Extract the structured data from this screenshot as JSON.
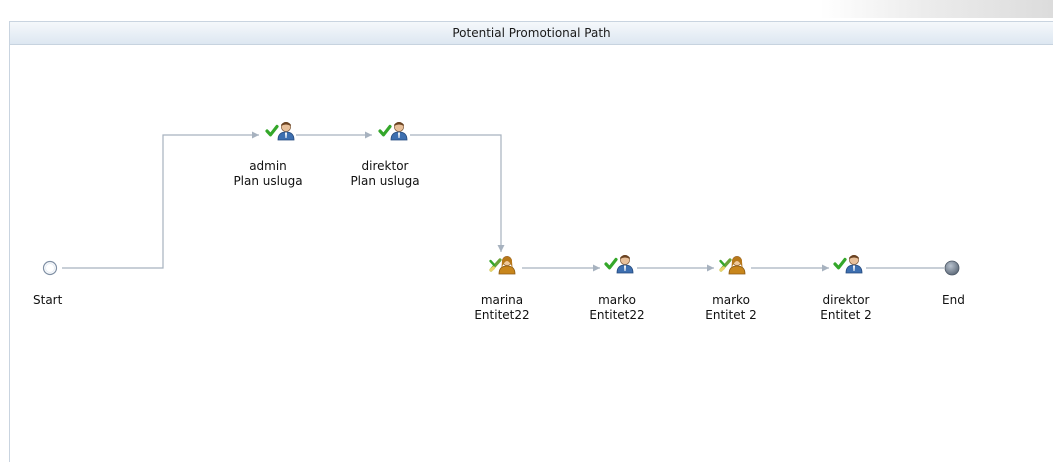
{
  "panel": {
    "title": "Potential Promotional Path"
  },
  "start_node": {
    "label": "Start"
  },
  "end_node": {
    "label": "End"
  },
  "nodes": [
    {
      "user": "admin",
      "entity": "Plan usluga",
      "icon": "user-approved-icon"
    },
    {
      "user": "direktor",
      "entity": "Plan usluga",
      "icon": "user-approved-icon"
    },
    {
      "user": "marina",
      "entity": "Entitet22",
      "icon": "user-pending-icon"
    },
    {
      "user": "marko",
      "entity": "Entitet22",
      "icon": "user-approved-icon"
    },
    {
      "user": "marko",
      "entity": "Entitet 2",
      "icon": "user-pending-icon"
    },
    {
      "user": "direktor",
      "entity": "Entitet 2",
      "icon": "user-approved-icon"
    }
  ],
  "colors": {
    "connector": "#a7b2bf",
    "approve_check": "#34a72a",
    "user_blue": "#3d6fb0",
    "user_gold": "#c8861c"
  }
}
